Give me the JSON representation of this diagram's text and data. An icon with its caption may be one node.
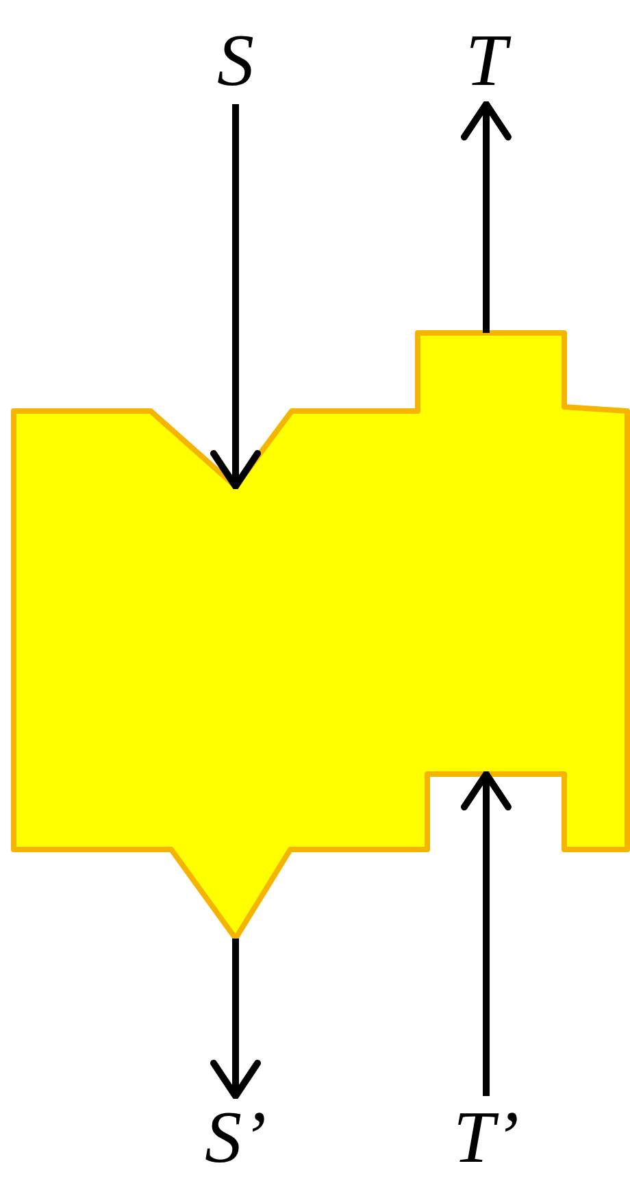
{
  "diagram": {
    "nodes": [
      {
        "text": [
          "S"
        ]
      },
      {
        "text": [
          "T"
        ]
      },
      {
        "text": [],
        "shape": "box"
      },
      {
        "text": [
          "S’"
        ]
      },
      {
        "text": [
          "T’"
        ]
      }
    ],
    "edges": [
      {
        "from": 0,
        "to": 2,
        "arrow": "to"
      },
      {
        "from": 2,
        "to": 1,
        "arrow": "to"
      },
      {
        "from": 2,
        "to": 3,
        "arrow": "to"
      },
      {
        "from": 4,
        "to": 2,
        "arrow": "to"
      }
    ]
  }
}
